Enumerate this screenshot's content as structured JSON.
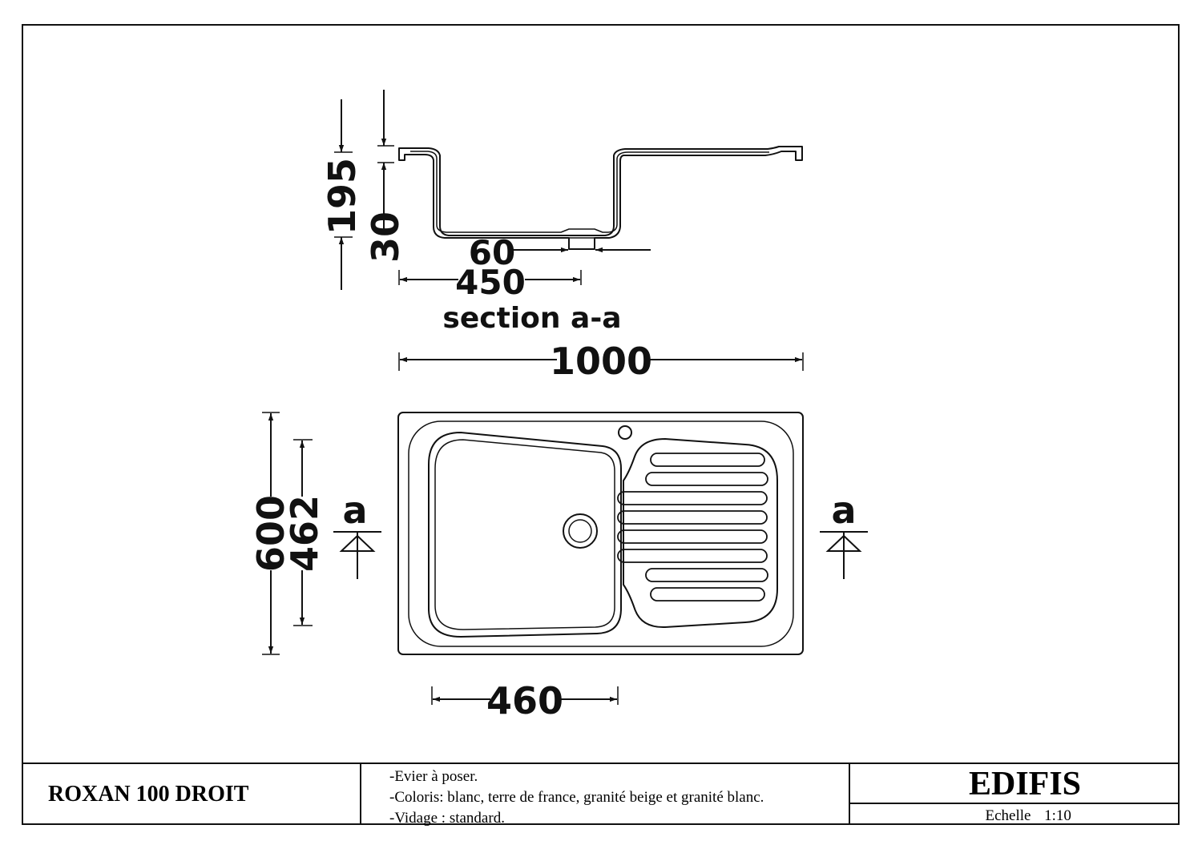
{
  "section_view": {
    "height_dim": "195",
    "rim_dim": "30",
    "drain_dim": "60",
    "bowl_width_dim": "450",
    "caption": "section a-a"
  },
  "plan_view": {
    "overall_width_dim": "1000",
    "overall_depth_dim": "600",
    "bowl_depth_dim": "462",
    "bowl_width_dim": "460",
    "section_marker_left": "a",
    "section_marker_right": "a"
  },
  "title_block": {
    "product_name": "ROXAN 100 DROIT",
    "notes": [
      "-Evier à poser.",
      "-Coloris: blanc, terre de france, granité beige et granité blanc.",
      "-Vidage : standard."
    ],
    "brand": "EDIFIS",
    "scale_label": "Echelle",
    "scale_value": "1:10"
  }
}
